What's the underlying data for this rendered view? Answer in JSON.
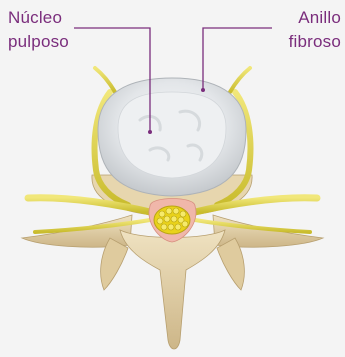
{
  "labels": {
    "nucleus": {
      "line1": "Núcleo",
      "line2": "pulposo"
    },
    "annulus": {
      "line1": "Anillo",
      "line2": "fibroso"
    }
  },
  "colors": {
    "label_text": "#7a2d7c",
    "leader_line": "#7a2d7c",
    "disc": "#e9ecef",
    "bone": "#ead9b4",
    "nerve": "#e6da52",
    "spinal_cord": "#e9d21a"
  }
}
